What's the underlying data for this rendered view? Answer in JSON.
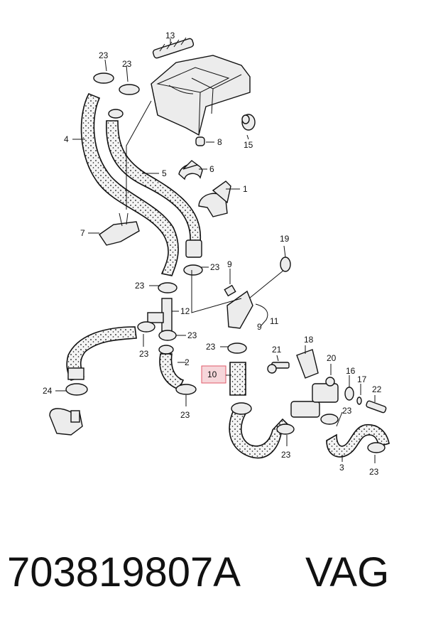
{
  "diagram": {
    "labels": {
      "l1": "1",
      "l2": "2",
      "l3": "3",
      "l4": "4",
      "l5": "5",
      "l6": "6",
      "l7": "7",
      "l8": "8",
      "l9": "9",
      "l9b": "9",
      "l10": "10",
      "l11": "11",
      "l12": "12",
      "l13": "13",
      "l15": "15",
      "l16": "16",
      "l17": "17",
      "l18": "18",
      "l19": "19",
      "l20": "20",
      "l21": "21",
      "l22": "22",
      "l23a": "23",
      "l23b": "23",
      "l23c": "23",
      "l23d": "23",
      "l23e": "23",
      "l23f": "23",
      "l23g": "23",
      "l23h": "23",
      "l23i": "23",
      "l23j": "23",
      "l23k": "23",
      "l24": "24"
    },
    "highlight_color": "#e05a6a"
  },
  "footer": {
    "part_number": "703819807A",
    "brand": "VAG"
  }
}
